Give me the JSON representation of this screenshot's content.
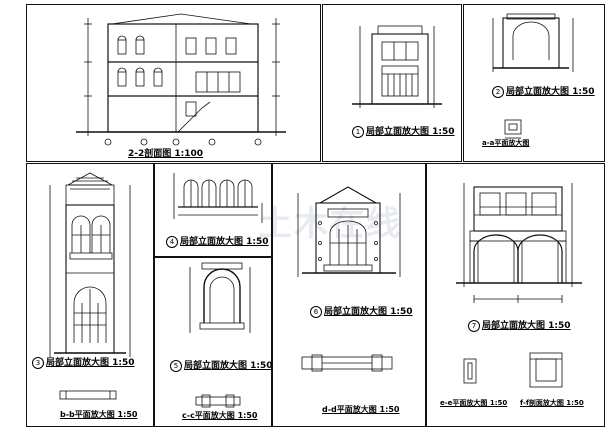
{
  "sheet": {
    "watermark": "土木在线",
    "titles": {
      "section_2_2": "2-2剖面图 1:100",
      "detail_1": "局部立面放大图  1:50",
      "detail_1_num": "1",
      "detail_2": "局部立面放大图  1:50",
      "detail_2_num": "2",
      "plan_a": "a-a平面放大图",
      "detail_3": "局部立面放大图  1:50",
      "detail_3_num": "3",
      "plan_b": "b-b平面放大图  1:50",
      "detail_4": "局部立面放大图  1:50",
      "detail_4_num": "4",
      "detail_5": "局部立面放大图  1:50",
      "detail_5_num": "5",
      "plan_c": "c-c平面放大图  1:50",
      "detail_6": "局部立面放大图  1:50",
      "detail_6_num": "6",
      "plan_d": "d-d平面放大图  1:50",
      "detail_7": "局部立面放大图  1:50",
      "detail_7_num": "7",
      "plan_e": "e-e平面放大图  1:50",
      "plan_f": "f-f剖面放大图  1:50"
    }
  },
  "colors": {
    "line": "#111111",
    "frame": "#111111",
    "paper": "#ffffff"
  }
}
